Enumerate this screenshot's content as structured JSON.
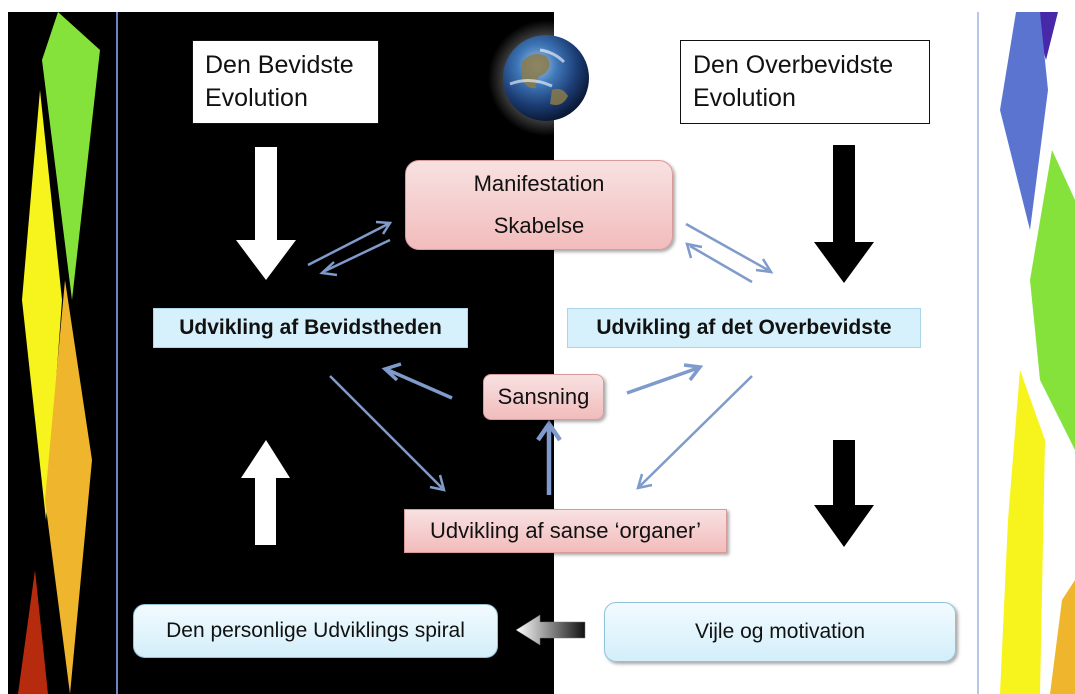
{
  "top_left_box": {
    "line1": "Den Bevidste",
    "line2": "Evolution"
  },
  "top_right_box": {
    "line1": "Den Overbevidste",
    "line2": "Evolution"
  },
  "manifestation_box": {
    "line1": "Manifestation",
    "line2": "Skabelse"
  },
  "left_label": "Udvikling af Bevidstheden",
  "right_label": "Udvikling af det Overbevidste",
  "sansning_box": "Sansning",
  "organs_box": "Udvikling af sanse ‘organer’",
  "spiral_box": "Den personlige Udviklings spiral",
  "motivation_box": "Vijle og motivation",
  "colors": {
    "dark_panel": "#000000",
    "light_panel": "#ffffff",
    "pink_box": "#f2bcbc",
    "blue_box": "#d6f1fb",
    "thin_arrow": "#7f9bcb",
    "stripe_green": "#84e23a",
    "stripe_yellow": "#f7f31c",
    "stripe_orange": "#efb52c",
    "stripe_blue": "#5b74d0",
    "stripe_purple": "#4628a8",
    "stripe_red": "#b62a0e"
  }
}
